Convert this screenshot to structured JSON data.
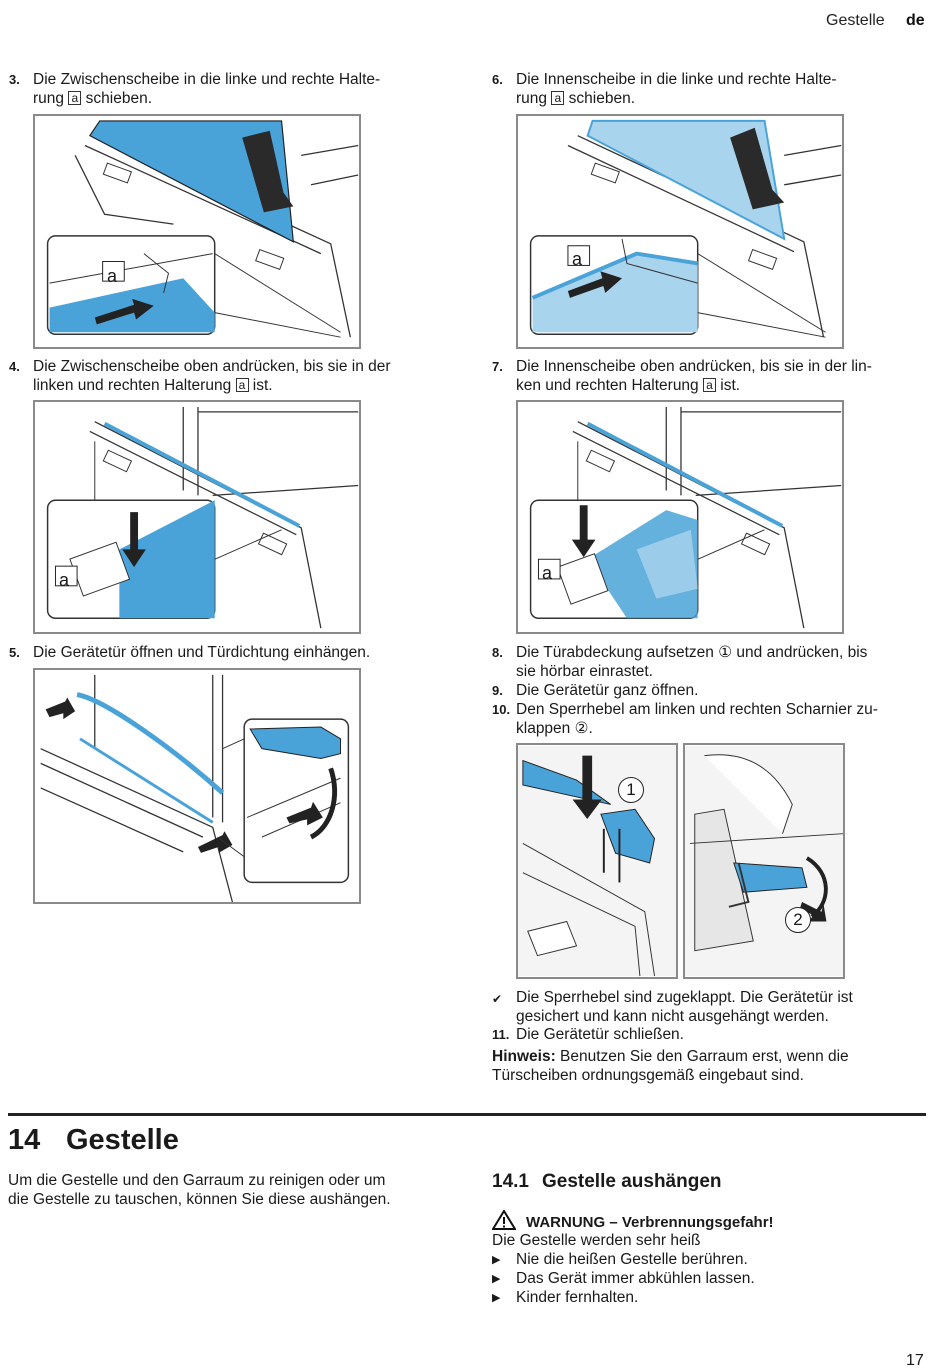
{
  "header": {
    "section": "Gestelle",
    "lang": "de"
  },
  "steps": {
    "s3": {
      "num": "3.",
      "line1": "Die Zwischenscheibe in die linke und rechte Halte-",
      "line2a": "rung ",
      "label": "a",
      "line2b": " schieben."
    },
    "s4": {
      "num": "4.",
      "line1": "Die Zwischenscheibe oben andrücken, bis sie in der",
      "line2a": "linken und rechten Halterung ",
      "label": "a",
      "line2b": " ist."
    },
    "s5": {
      "num": "5.",
      "text": "Die Gerätetür öffnen und Türdichtung einhängen."
    },
    "s6": {
      "num": "6.",
      "line1": "Die Innenscheibe in die linke und rechte Halte-",
      "line2a": "rung ",
      "label": "a",
      "line2b": " schieben."
    },
    "s7": {
      "num": "7.",
      "line1": "Die Innenscheibe oben andrücken, bis sie in der lin-",
      "line2a": "ken und rechten Halterung ",
      "label": "a",
      "line2b": " ist."
    },
    "s8": {
      "num": "8.",
      "line1a": "Die Türabdeckung aufsetzen ",
      "circ": "①",
      "line1b": " und andrücken, bis",
      "line2": "sie hörbar einrastet."
    },
    "s9": {
      "num": "9.",
      "text": "Die Gerätetür ganz öffnen."
    },
    "s10": {
      "num": "10.",
      "line1": "Den Sperrhebel am linken und rechten Scharnier zu-",
      "line2": "klappen ②."
    },
    "result": {
      "mark": "✔",
      "line1": "Die Sperrhebel sind zugeklappt. Die Gerätetür ist",
      "line2": "gesichert und kann nicht ausgehängt werden."
    },
    "s11": {
      "num": "11.",
      "text": "Die Gerätetür schließen."
    }
  },
  "note": {
    "label": "Hinweis:",
    "line1": " Benutzen Sie den Garraum erst, wenn die",
    "line2": "Türscheiben ordnungsgemäß eingebaut sind."
  },
  "figure_labels": {
    "a": "a",
    "one": "1",
    "two": "2"
  },
  "chapter": {
    "num": "14",
    "title": "Gestelle",
    "intro1": "Um die Gestelle und den Garraum zu reinigen oder um",
    "intro2": "die Gestelle zu tauschen, können Sie diese aushängen."
  },
  "subsection": {
    "num": "14.1",
    "title": "Gestelle aushängen"
  },
  "warning": {
    "title": "WARNUNG – Verbrennungsgefahr!",
    "text": "Die Gestelle werden sehr heiß",
    "bullets": [
      "Nie die heißen Gestelle berühren.",
      "Das Gerät immer abkühlen lassen.",
      "Kinder fernhalten."
    ]
  },
  "page_number": "17",
  "colors": {
    "glass": "#4aa3d8",
    "glass_light": "#a9d4ee",
    "frame": "#8a8a8a",
    "text": "#1a1a1a"
  }
}
